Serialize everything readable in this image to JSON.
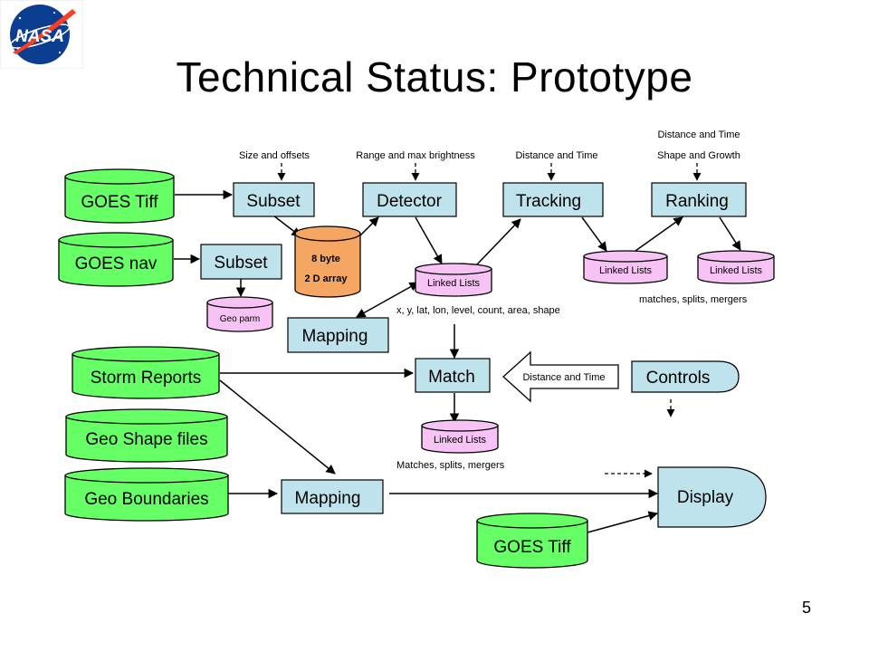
{
  "slide": {
    "title": "Technical Status: Prototype",
    "number": "5",
    "logo_text": "NASA"
  },
  "diagram": {
    "annotations": {
      "size_offsets": "Size and offsets",
      "range_brightness": "Range and max brightness",
      "distance_time_tracking": "Distance and Time",
      "distance_time_ranking": "Distance and Time",
      "shape_growth": "Shape and Growth",
      "fields": "x, y, lat, lon, level, count, area, shape",
      "matches_splits_mergers_lower": "matches, splits, mergers",
      "matches_splits_mergers_upper": "Matches, splits, mergers"
    },
    "stores": {
      "goes_tiff_input": "GOES Tiff",
      "goes_nav": "GOES nav",
      "storm_reports": "Storm Reports",
      "geo_shape_files": "Geo Shape files",
      "geo_boundaries": "Geo Boundaries",
      "goes_tiff_display": "GOES Tiff",
      "array_line1": "8 byte",
      "array_line2": "2 D array",
      "geo_parm": "Geo parm",
      "linked_lists_detector": "Linked Lists",
      "linked_lists_tracking": "Linked Lists",
      "linked_lists_ranking": "Linked Lists",
      "linked_lists_match": "Linked Lists"
    },
    "processes": {
      "subset_tiff": "Subset",
      "subset_nav": "Subset",
      "detector": "Detector",
      "tracking": "Tracking",
      "ranking": "Ranking",
      "mapping_upper": "Mapping",
      "match": "Match",
      "mapping_lower": "Mapping"
    },
    "controls": "Controls",
    "display": "Display",
    "control_arrow_label": "Distance and Time"
  },
  "colors": {
    "green_store": "#66ff66",
    "process_box": "#bfe3ec",
    "orange_store": "#f5a662",
    "pink_store": "#f7c3f5",
    "nasa_blue": "#0b3d91",
    "nasa_red": "#fc3d21"
  }
}
